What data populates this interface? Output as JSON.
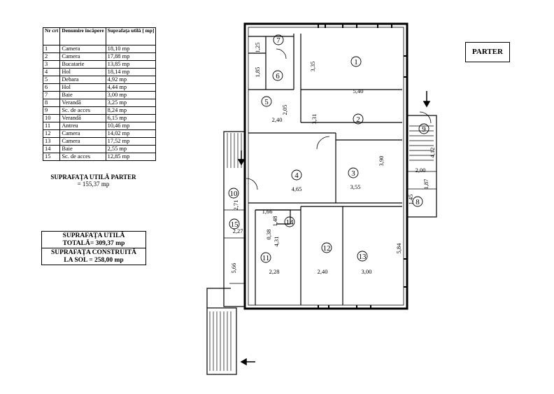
{
  "title": "PARTER",
  "table": {
    "headers": [
      "Nr crt",
      "Denumire încăpere",
      "Suprafaţa utilă [ mp]"
    ],
    "rows": [
      [
        "1",
        "Camera",
        "18,10 mp"
      ],
      [
        "2",
        "Camera",
        "17,88 mp"
      ],
      [
        "3",
        "Bucatarie",
        "13,85 mp"
      ],
      [
        "4",
        "Hol",
        "18,14 mp"
      ],
      [
        "5",
        "Debara",
        "4,92 mp"
      ],
      [
        "6",
        "Hol",
        "4,44 mp"
      ],
      [
        "7",
        "Baie",
        "3,00 mp"
      ],
      [
        "8",
        "Verandă",
        "3,25 mp"
      ],
      [
        "9",
        "Sc. de acces",
        "8,24 mp"
      ],
      [
        "10",
        "Verandă",
        "6,15 mp"
      ],
      [
        "11",
        "Antreu",
        "10,46 mp"
      ],
      [
        "12",
        "Camera",
        "14,02 mp"
      ],
      [
        "13",
        "Camera",
        "17,52 mp"
      ],
      [
        "14",
        "Baie",
        "2,55 mp"
      ],
      [
        "15",
        "Sc. de acces",
        "12,85 mp"
      ]
    ]
  },
  "parter_total": {
    "label": "SUPRAFAŢA UTILĂ PARTER",
    "value": "= 155,37 mp"
  },
  "summary": {
    "util_label": "SUPRAFAŢA UTILĂ",
    "util_value": "TOTALĂ= 309,37 mp",
    "built_label": "SUPRAFAŢA CONSTRUITĂ",
    "built_value": "LA SOL = 258,00 mp"
  },
  "plan": {
    "room_numbers": [
      "1",
      "2",
      "3",
      "4",
      "5",
      "6",
      "7",
      "8",
      "9",
      "10",
      "11",
      "12",
      "13",
      "14",
      "15"
    ],
    "dimensions": [
      "1,25",
      "1,85",
      "3,35",
      "5,40",
      "2,05",
      "2,40",
      "3,31",
      "3,90",
      "4,65",
      "3,55",
      "2,00",
      "4,12",
      "1,45",
      "1,87",
      "2,71",
      "1,66",
      "1,48",
      "0,38",
      "2,27",
      "4,31",
      "5,84",
      "5,66",
      "2,28",
      "2,40",
      "3,00"
    ]
  }
}
